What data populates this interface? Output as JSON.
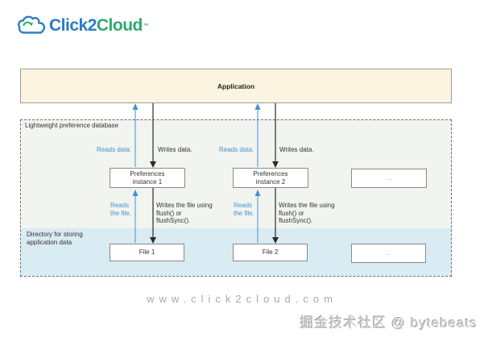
{
  "logo": {
    "brand_blue": "Click2",
    "brand_green": "Cloud",
    "trademark": "™"
  },
  "diagram": {
    "application_label": "Application",
    "database_label": "Lightweight preference database",
    "directory_label": {
      "line1": "Directory for storing",
      "line2": "application data"
    },
    "ellipsis": "...",
    "columns": [
      {
        "reads_data": "Reads data.",
        "writes_data": "Writes data.",
        "pref": {
          "line1": "Preferences",
          "line2": "instance 1"
        },
        "reads_file": {
          "line1": "Reads",
          "line2": "the file."
        },
        "writes_file": {
          "line1": "Writes the file using",
          "line2": "flush() or",
          "line3": "flushSync()."
        },
        "file_label": "File 1"
      },
      {
        "reads_data": "Reads data.",
        "writes_data": "Writes data.",
        "pref": {
          "line1": "Preferences",
          "line2": "instance 2"
        },
        "reads_file": {
          "line1": "Reads",
          "line2": "the file."
        },
        "writes_file": {
          "line1": "Writes the file using",
          "line2": "flush() or",
          "line3": "flushSync()."
        },
        "file_label": "File 2"
      }
    ],
    "colors": {
      "accent_blue": "#4292d2",
      "arrow_dark": "#2b2b2b",
      "application_fill": "#fbf4e0",
      "database_fill": "#f1f4ef",
      "directory_fill": "#d9ebf3",
      "logo_blue": "#2b7ac4",
      "logo_green": "#2fa86e"
    }
  },
  "footer": {
    "website": "www.click2cloud.com",
    "watermark": "掘金技术社区 @ bytebeats"
  }
}
